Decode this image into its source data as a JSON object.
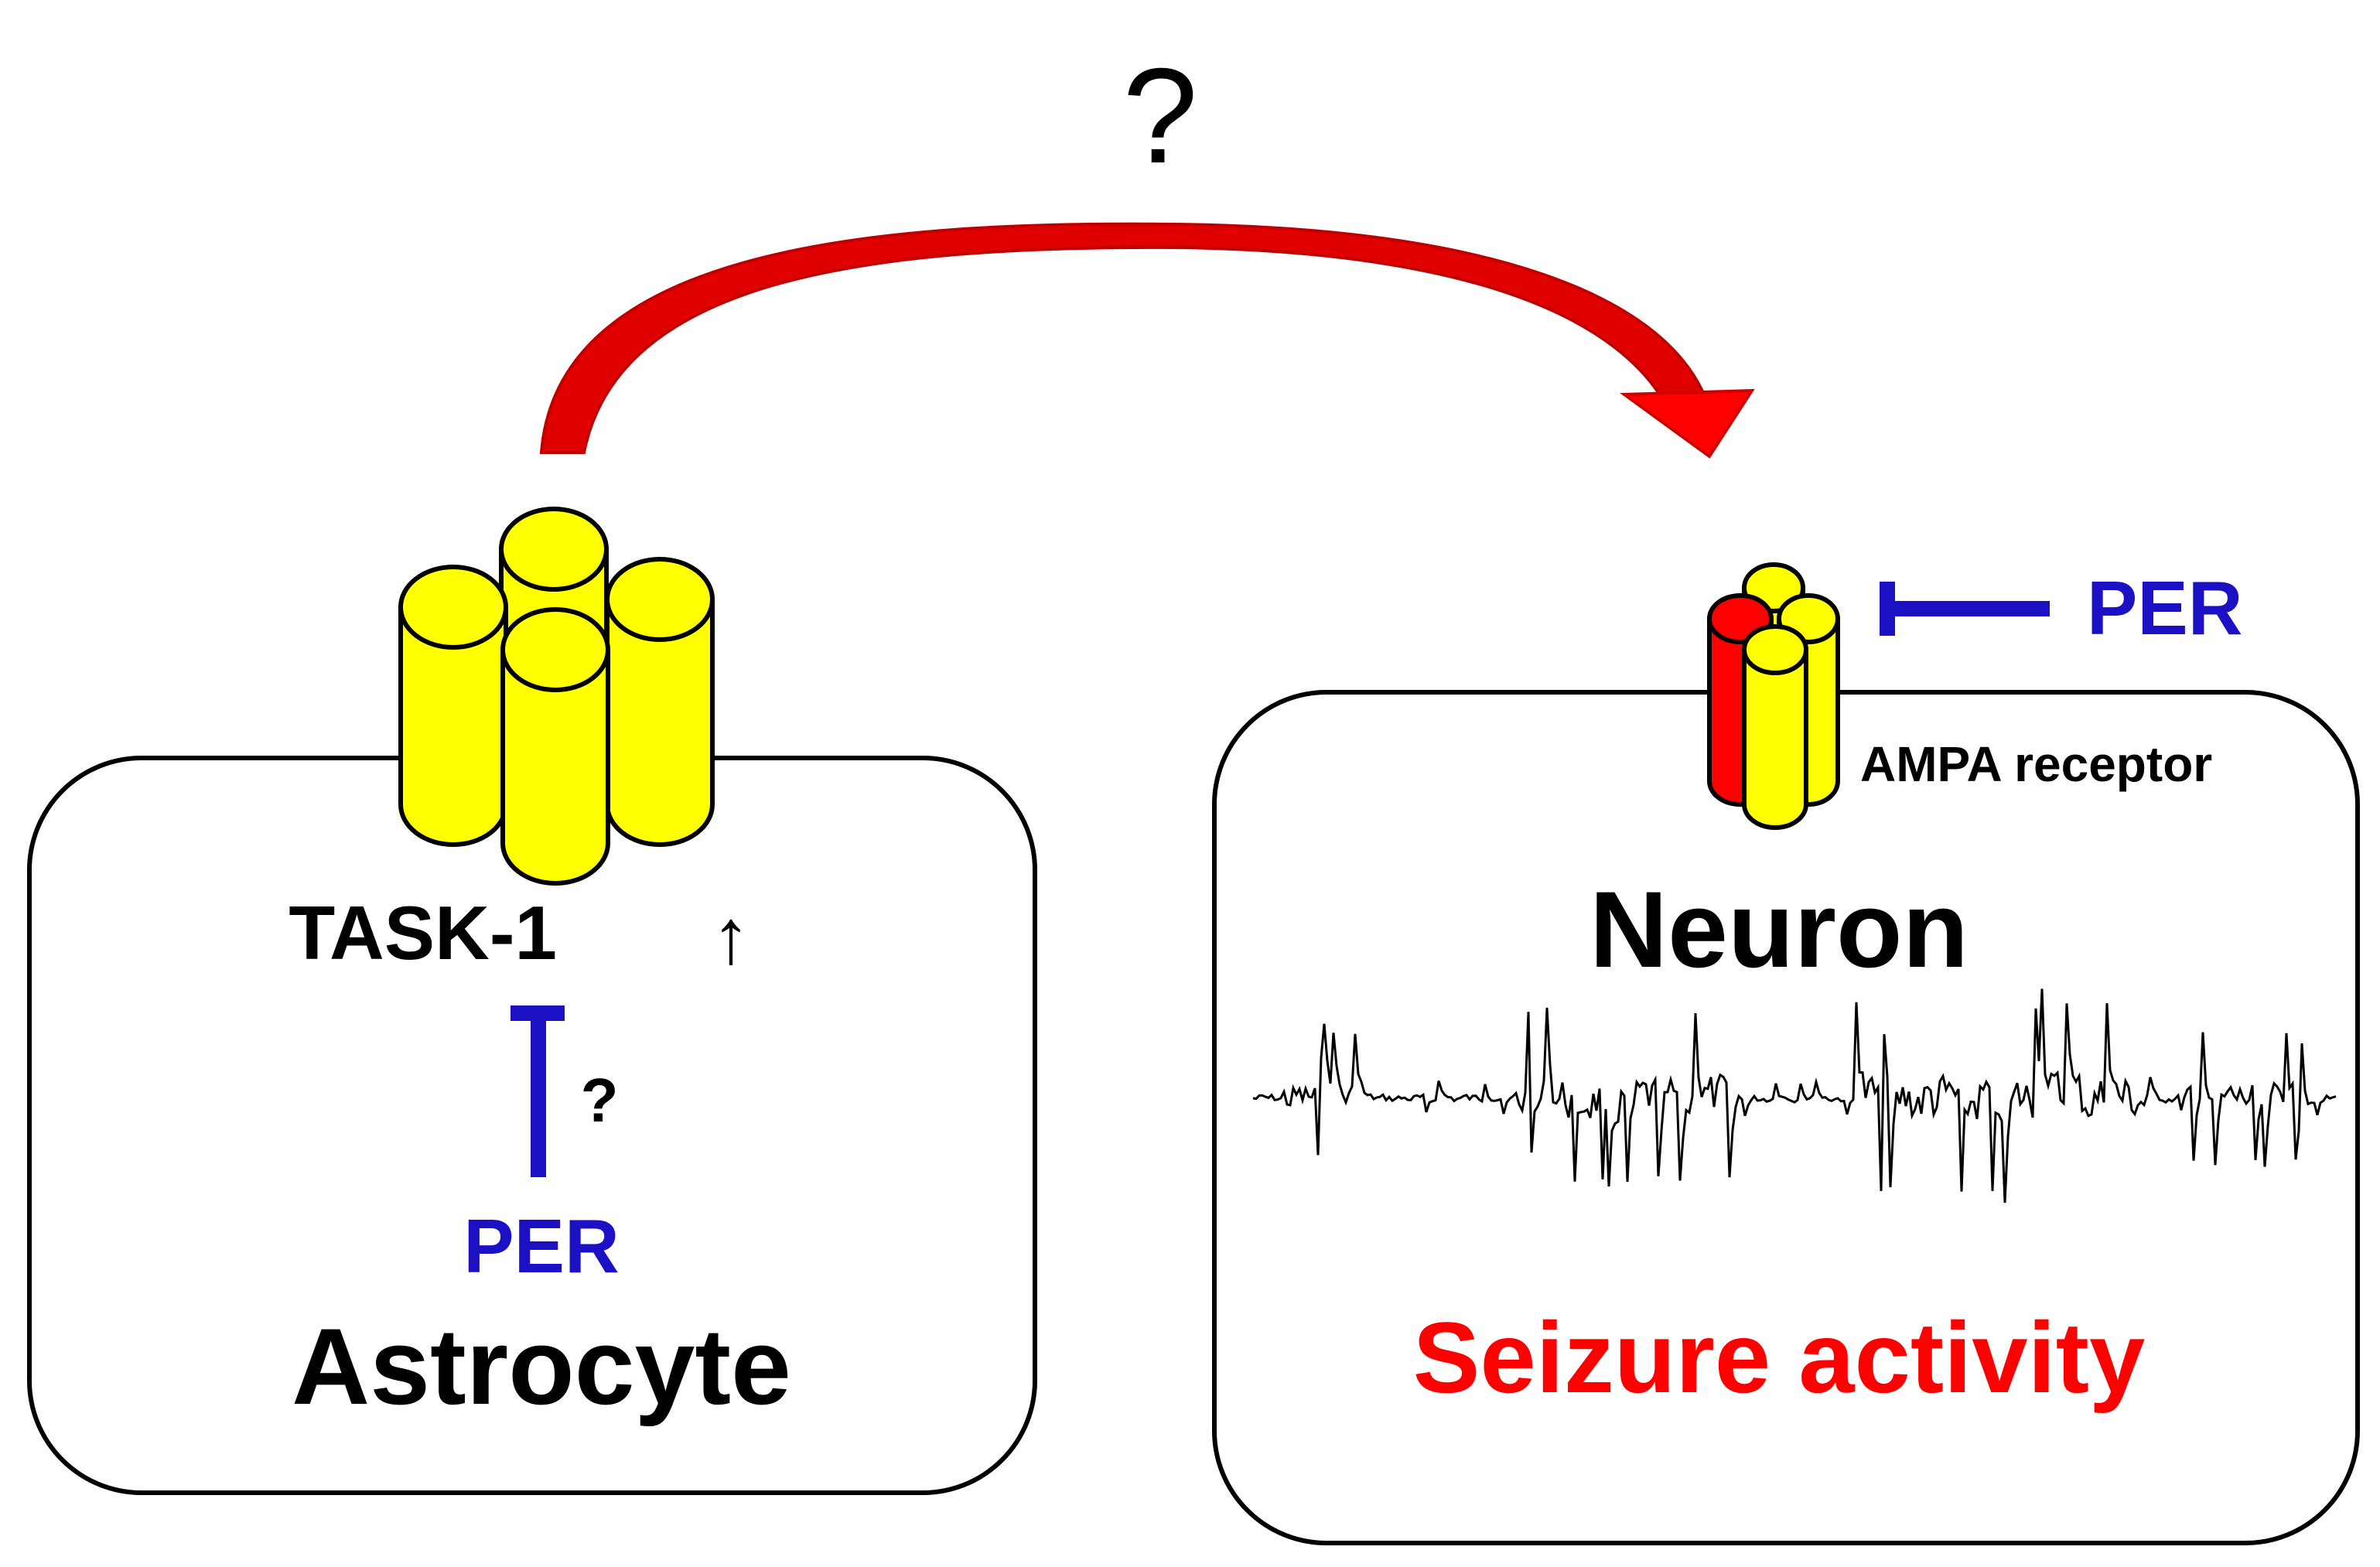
{
  "top_question": "?",
  "astrocyte": {
    "channel_label": "TASK-1",
    "up_arrow": "↑",
    "inhibition_question": "?",
    "drug_label": "PER",
    "cell_label": "Astrocyte"
  },
  "neuron": {
    "receptor_label": "AMPA receptor",
    "drug_label": "PER",
    "cell_label": "Neuron",
    "activity_label": "Seizure activity"
  },
  "colors": {
    "arrow": "#ff0000",
    "channel_fill": "#ffff00",
    "receptor_subunit": "#ff0000",
    "inhibitor": "#1b10c4"
  }
}
